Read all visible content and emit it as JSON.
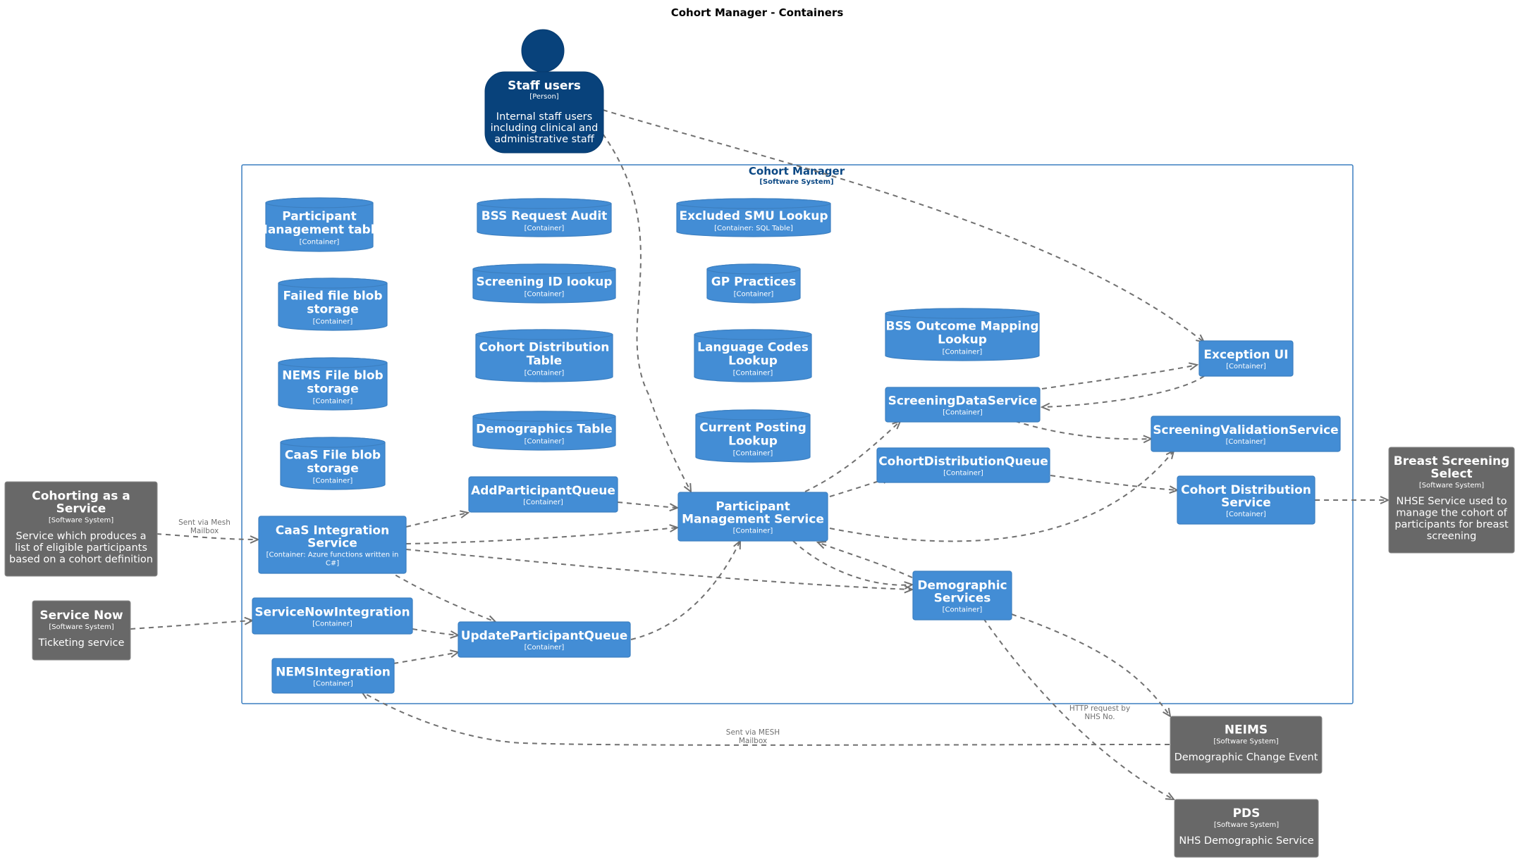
{
  "diagram": {
    "title": "Cohort Manager - Containers",
    "boundary": {
      "name": "Cohort Manager",
      "tag": "[Software System]"
    },
    "person": {
      "name": "Staff users",
      "tag": "[Person]",
      "desc": [
        "Internal staff users",
        "including clinical and",
        "administrative staff"
      ]
    },
    "databases": {
      "participant_mgmt_table": {
        "name": [
          "Participant",
          "Management table"
        ],
        "tag": "[Container]"
      },
      "failed_blob": {
        "name": [
          "Failed file blob",
          "storage"
        ],
        "tag": "[Container]"
      },
      "nems_blob": {
        "name": [
          "NEMS File blob",
          "storage"
        ],
        "tag": "[Container]"
      },
      "caas_blob": {
        "name": [
          "CaaS File blob",
          "storage"
        ],
        "tag": "[Container]"
      },
      "bss_request_audit": {
        "name": [
          "BSS Request Audit"
        ],
        "tag": "[Container]"
      },
      "screening_id_lookup": {
        "name": [
          "Screening ID lookup"
        ],
        "tag": "[Container]"
      },
      "cohort_dist_table": {
        "name": [
          "Cohort Distribution",
          "Table"
        ],
        "tag": "[Container]"
      },
      "demographics_table": {
        "name": [
          "Demographics Table"
        ],
        "tag": "[Container]"
      },
      "excluded_smu": {
        "name": [
          "Excluded SMU Lookup"
        ],
        "tag": "[Container: SQL Table]"
      },
      "gp_practices": {
        "name": [
          "GP Practices"
        ],
        "tag": "[Container]"
      },
      "language_codes": {
        "name": [
          "Language Codes",
          "Lookup"
        ],
        "tag": "[Container]"
      },
      "current_posting": {
        "name": [
          "Current Posting",
          "Lookup"
        ],
        "tag": "[Container]"
      },
      "bss_outcome": {
        "name": [
          "BSS Outcome Mapping",
          "Lookup"
        ],
        "tag": "[Container]"
      }
    },
    "containers": {
      "caas_integration": {
        "name": [
          "CaaS Integration",
          "Service"
        ],
        "tag": [
          "[Container: Azure functions written in",
          "C#]"
        ]
      },
      "servicenow_integration": {
        "name": [
          "ServiceNowIntegration"
        ],
        "tag": [
          "[Container]"
        ]
      },
      "nems_integration": {
        "name": [
          "NEMSIntegration"
        ],
        "tag": [
          "[Container]"
        ]
      },
      "add_participant_queue": {
        "name": [
          "AddParticipantQueue"
        ],
        "tag": [
          "[Container]"
        ]
      },
      "update_participant_queue": {
        "name": [
          "UpdateParticipantQueue"
        ],
        "tag": [
          "[Container]"
        ]
      },
      "participant_mgmt_service": {
        "name": [
          "Participant",
          "Management Service"
        ],
        "tag": [
          "[Container]"
        ]
      },
      "screening_data_service": {
        "name": [
          "ScreeningDataService"
        ],
        "tag": [
          "[Container]"
        ]
      },
      "cohort_dist_queue": {
        "name": [
          "CohortDistributionQueue"
        ],
        "tag": [
          "[Container]"
        ]
      },
      "demographic_services": {
        "name": [
          "Demographic",
          "Services"
        ],
        "tag": [
          "[Container]"
        ]
      },
      "exception_ui": {
        "name": [
          "Exception UI"
        ],
        "tag": [
          "[Container]"
        ]
      },
      "screening_validation": {
        "name": [
          "ScreeningValidationService"
        ],
        "tag": [
          "[Container]"
        ]
      },
      "cohort_dist_service": {
        "name": [
          "Cohort Distribution",
          "Service"
        ],
        "tag": [
          "[Container]"
        ]
      }
    },
    "systems": {
      "caas": {
        "name": [
          "Cohorting as a",
          "Service"
        ],
        "tag": "[Software System]",
        "desc": [
          "Service which produces a",
          "list of eligible participants",
          "based on a cohort definition"
        ]
      },
      "service_now": {
        "name": [
          "Service Now"
        ],
        "tag": "[Software System]",
        "desc": [
          "Ticketing service"
        ]
      },
      "breast_screening": {
        "name": [
          "Breast Screening",
          "Select"
        ],
        "tag": "[Software System]",
        "desc": [
          "NHSE Service used to",
          "manage the cohort of",
          "participants for breast",
          "screening"
        ]
      },
      "neims": {
        "name": [
          "NEIMS"
        ],
        "tag": "[Software System]",
        "desc": [
          "Demographic Change Event"
        ]
      },
      "pds": {
        "name": [
          "PDS"
        ],
        "tag": "[Software System]",
        "desc": [
          "NHS Demographic Service"
        ]
      }
    },
    "edge_labels": {
      "caas_mesh": [
        "Sent via Mesh",
        "Mailbox"
      ],
      "neims_mesh": [
        "Sent via MESH",
        "Mailbox"
      ],
      "pds_http": [
        "HTTP request by",
        "NHS No."
      ]
    }
  }
}
